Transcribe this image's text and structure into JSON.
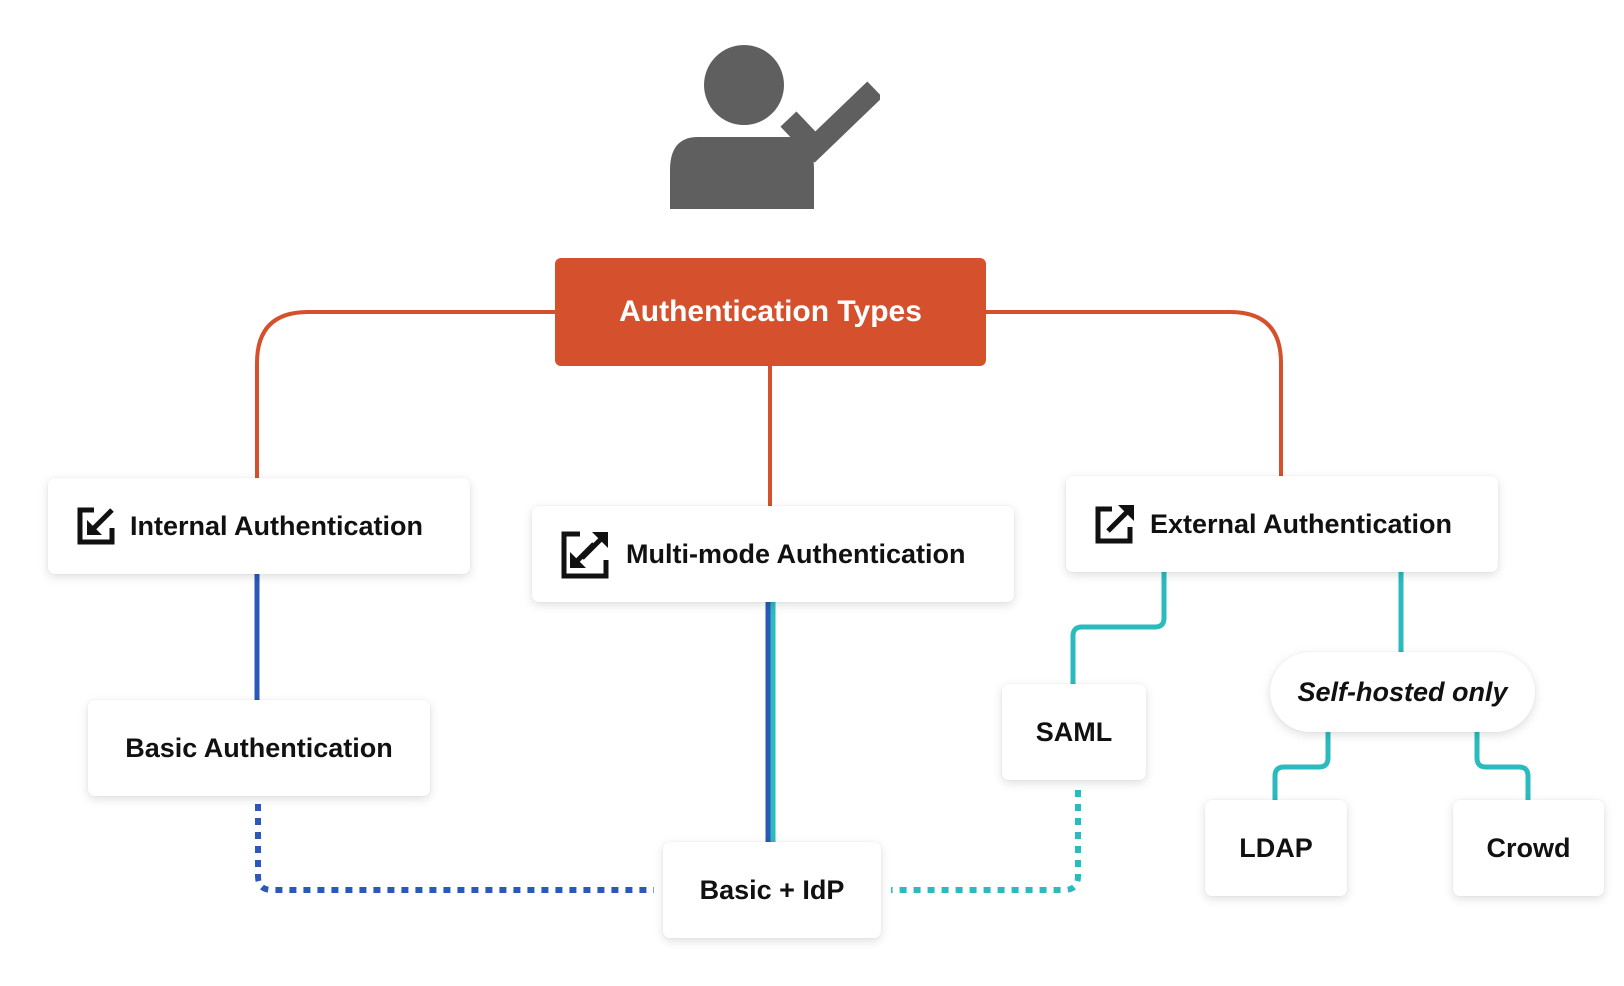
{
  "title": "Authentication Types",
  "nodes": {
    "internal": {
      "label": "Internal Authentication",
      "icon": "sign-in-arrow-icon"
    },
    "multimode": {
      "label": "Multi-mode Authentication",
      "icon": "bidirectional-arrow-icon"
    },
    "external": {
      "label": "External Authentication",
      "icon": "external-link-icon"
    },
    "basic": {
      "label": "Basic Authentication"
    },
    "basic_idp": {
      "label": "Basic + IdP"
    },
    "saml": {
      "label": "SAML"
    },
    "self_hosted": {
      "label": "Self-hosted only"
    },
    "ldap": {
      "label": "LDAP"
    },
    "crowd": {
      "label": "Crowd"
    }
  },
  "icons": {
    "top": "user-check-icon"
  },
  "colors": {
    "root": "#d5502d",
    "link_internal": "#2b59b8",
    "link_external": "#2bbbbf",
    "icon_gray": "#5f5f5f"
  }
}
